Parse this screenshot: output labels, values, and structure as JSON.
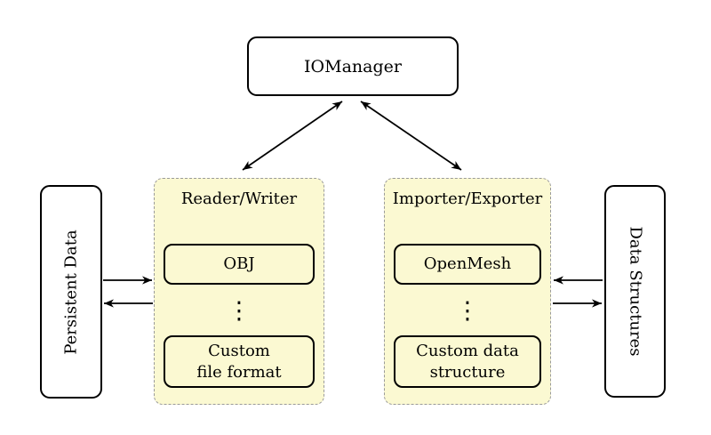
{
  "colors": {
    "background": "#ffffff",
    "group_fill": "#fbf9d2",
    "group_border": "#9a9a9a",
    "box_fill": "#ffffff",
    "box_border": "#000000",
    "text": "#000000",
    "arrow": "#000000"
  },
  "nodes": {
    "iomanager": {
      "label": "IOManager"
    },
    "persistent_data": {
      "label": "Persistent Data"
    },
    "data_structures": {
      "label": "Data Structures"
    }
  },
  "groups": [
    {
      "title": "Reader/Writer",
      "top_box": {
        "lines": [
          "OBJ"
        ]
      },
      "ellipsis": "⋮",
      "bottom_box": {
        "lines": [
          "Custom",
          "file format"
        ]
      }
    },
    {
      "title": "Importer/Exporter",
      "top_box": {
        "lines": [
          "OpenMesh"
        ]
      },
      "ellipsis": "⋮",
      "bottom_box": {
        "lines": [
          "Custom data",
          "structure"
        ]
      }
    }
  ]
}
